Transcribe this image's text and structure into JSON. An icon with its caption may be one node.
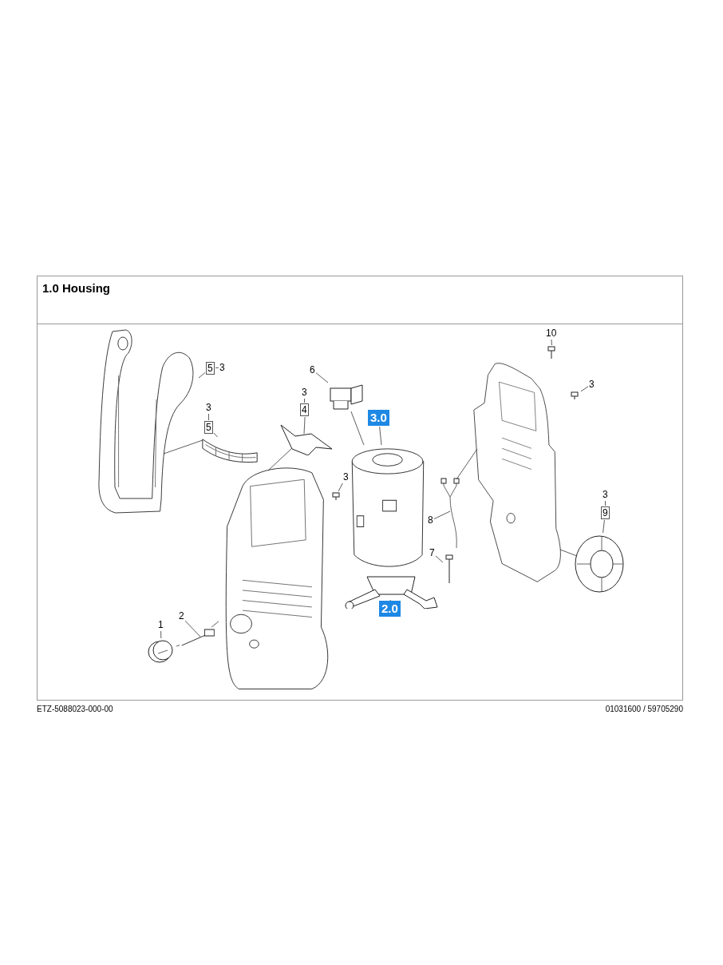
{
  "diagram": {
    "title": "1.0 Housing",
    "nodes": [
      {
        "text": [
          "5"
        ]
      },
      {
        "text": [
          "3"
        ]
      },
      {
        "text": [],
        "shape": "picture"
      },
      {
        "text": [
          "10"
        ]
      },
      {
        "text": [],
        "shape": "picture"
      },
      {
        "text": [
          "6"
        ]
      },
      {
        "text": [],
        "shape": "picture"
      },
      {
        "text": [],
        "shape": "picture"
      },
      {
        "text": [
          "3"
        ]
      },
      {
        "text": [],
        "shape": "picture"
      },
      {
        "text": [
          "3"
        ]
      },
      {
        "text": [
          "5"
        ]
      },
      {
        "text": [],
        "shape": "picture"
      },
      {
        "text": [
          "3"
        ]
      },
      {
        "text": [
          "4"
        ]
      },
      {
        "text": [],
        "shape": "picture"
      },
      {
        "text": [
          "3.0"
        ]
      },
      {
        "text": [],
        "shape": "picture"
      },
      {
        "text": [],
        "shape": "picture"
      },
      {
        "text": [
          "3"
        ]
      },
      {
        "text": [],
        "shape": "picture"
      },
      {
        "text": [
          "3"
        ]
      },
      {
        "text": [
          "9"
        ]
      },
      {
        "text": [],
        "shape": "picture"
      },
      {
        "text": [
          "8"
        ]
      },
      {
        "text": [],
        "shape": "picture"
      },
      {
        "text": [
          "7"
        ]
      },
      {
        "text": [],
        "shape": "picture"
      },
      {
        "text": [],
        "shape": "picture"
      },
      {
        "text": [
          "2.0"
        ]
      },
      {
        "text": [
          "2"
        ]
      },
      {
        "text": [],
        "shape": "picture"
      },
      {
        "text": [
          "1"
        ]
      },
      {
        "text": [],
        "shape": "picture"
      }
    ],
    "edges": [
      {
        "from": 1,
        "to": 0,
        "arrow": "none"
      },
      {
        "from": 0,
        "to": 2,
        "arrow": "none"
      },
      {
        "from": 3,
        "to": 4,
        "arrow": "none"
      },
      {
        "from": 5,
        "to": 6,
        "arrow": "none"
      },
      {
        "from": 6,
        "to": 17,
        "arrow": "none"
      },
      {
        "from": 8,
        "to": 9,
        "arrow": "none"
      },
      {
        "from": 10,
        "to": 11,
        "arrow": "none"
      },
      {
        "from": 11,
        "to": 12,
        "arrow": "none"
      },
      {
        "from": 12,
        "to": 2,
        "arrow": "none"
      },
      {
        "from": 13,
        "to": 14,
        "arrow": "none"
      },
      {
        "from": 14,
        "to": 15,
        "arrow": "none"
      },
      {
        "from": 15,
        "to": 18,
        "arrow": "none"
      },
      {
        "from": 16,
        "to": 17,
        "arrow": "none"
      },
      {
        "from": 19,
        "to": 20,
        "arrow": "none"
      },
      {
        "from": 21,
        "to": 22,
        "arrow": "none"
      },
      {
        "from": 22,
        "to": 23,
        "arrow": "none"
      },
      {
        "from": 23,
        "to": 7,
        "arrow": "none"
      },
      {
        "from": 24,
        "to": 25,
        "arrow": "none"
      },
      {
        "from": 25,
        "to": 7,
        "arrow": "none"
      },
      {
        "from": 26,
        "to": 27,
        "arrow": "none"
      },
      {
        "from": 29,
        "to": 28,
        "arrow": "none"
      },
      {
        "from": 30,
        "to": 31,
        "arrow": "none"
      },
      {
        "from": 31,
        "to": 18,
        "arrow": "none"
      },
      {
        "from": 32,
        "to": 33,
        "arrow": "none"
      },
      {
        "from": 33,
        "to": 31,
        "arrow": "none"
      }
    ],
    "labels": [
      "ETZ-5088023-000-00",
      "01031600 / 59705290"
    ]
  }
}
